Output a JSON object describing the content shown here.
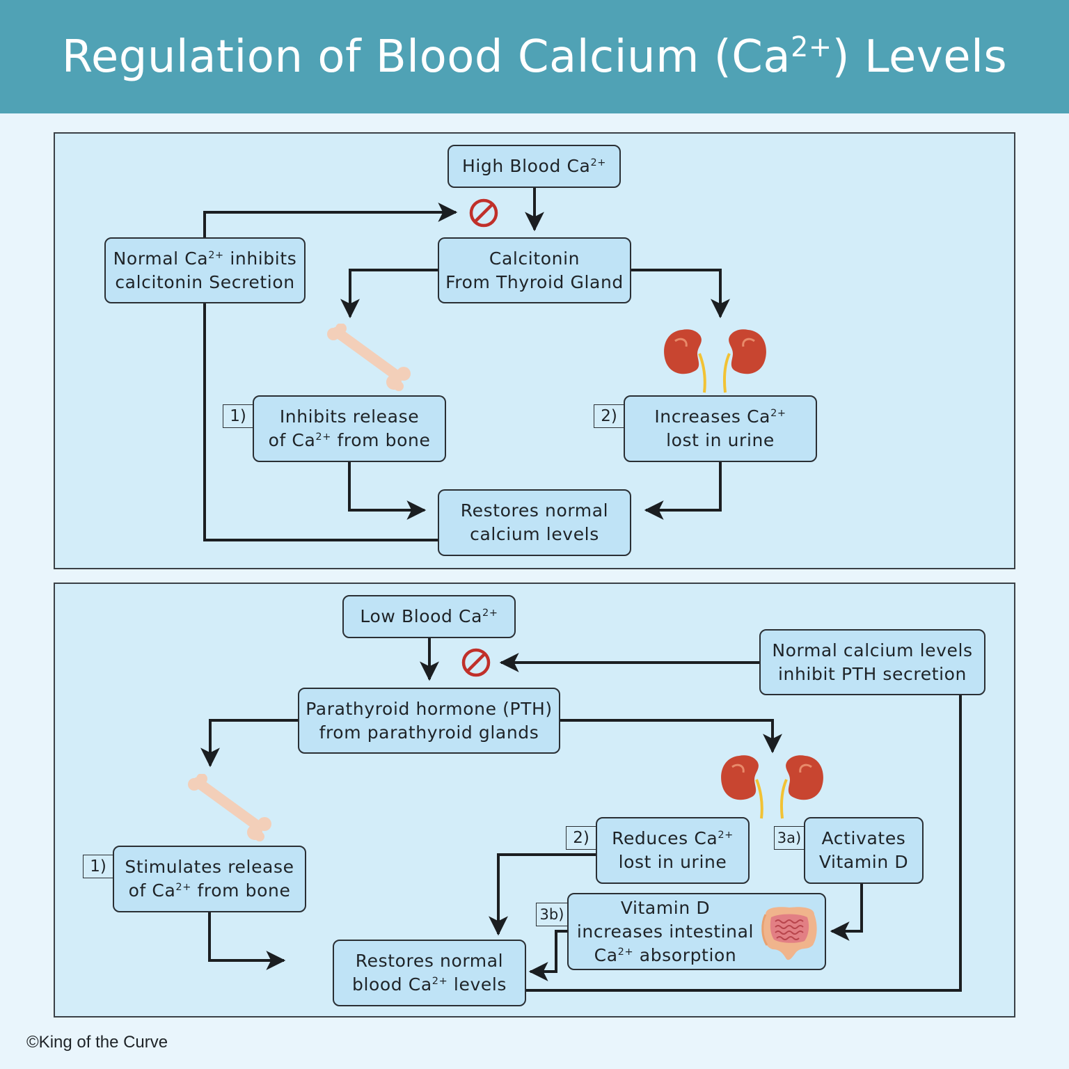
{
  "title": {
    "text": "Regulation of Blood Calcium (Ca",
    "sup": "2+",
    "end": ") Levels"
  },
  "top": {
    "start": {
      "text": "High Blood Ca",
      "sup": "2+"
    },
    "hormone": {
      "line1": "Calcitonin",
      "line2": "From Thyroid Gland"
    },
    "feedback": {
      "line1a": "Normal Ca",
      "line1sup": "2+",
      "line1b": " inhibits",
      "line2": "calcitonin Secretion"
    },
    "step1": {
      "tag": "1)",
      "line1": "Inhibits release",
      "line2a": "of Ca",
      "line2sup": "2+",
      "line2b": " from bone"
    },
    "step2": {
      "tag": "2)",
      "line1a": "Increases Ca",
      "line1sup": "2+",
      "line2": "lost in urine"
    },
    "result": {
      "line1": "Restores normal",
      "line2": "calcium levels"
    }
  },
  "bottom": {
    "start": {
      "text": "Low Blood Ca",
      "sup": "2+"
    },
    "hormone": {
      "line1": "Parathyroid hormone (PTH)",
      "line2": "from parathyroid glands"
    },
    "feedback": {
      "line1": "Normal calcium levels",
      "line2": "inhibit PTH secretion"
    },
    "step1": {
      "tag": "1)",
      "line1": "Stimulates release",
      "line2a": "of Ca",
      "line2sup": "2+",
      "line2b": " from bone"
    },
    "step2": {
      "tag": "2)",
      "line1a": "Reduces Ca",
      "line1sup": "2+",
      "line2": "lost in urine"
    },
    "step3a": {
      "tag": "3a)",
      "line1": "Activates",
      "line2": "Vitamin D"
    },
    "step3b": {
      "tag": "3b)",
      "line1": "Vitamin D",
      "line2": "increases intestinal",
      "line3a": "Ca",
      "line3sup": "2+",
      "line3b": " absorption"
    },
    "result": {
      "line1": "Restores normal",
      "line2a": "blood Ca",
      "line2sup": "2+",
      "line2b": " levels"
    }
  },
  "icons": [
    "inhibit-icon",
    "bone-icon",
    "kidneys-icon",
    "intestine-icon"
  ],
  "colors": {
    "header": "#50a2b5",
    "panel": "#d3edf9",
    "box": "#bfe3f6",
    "inhibit": "#c0302a",
    "arrow": "#1b1e21"
  },
  "copyright": "©King of the Curve"
}
